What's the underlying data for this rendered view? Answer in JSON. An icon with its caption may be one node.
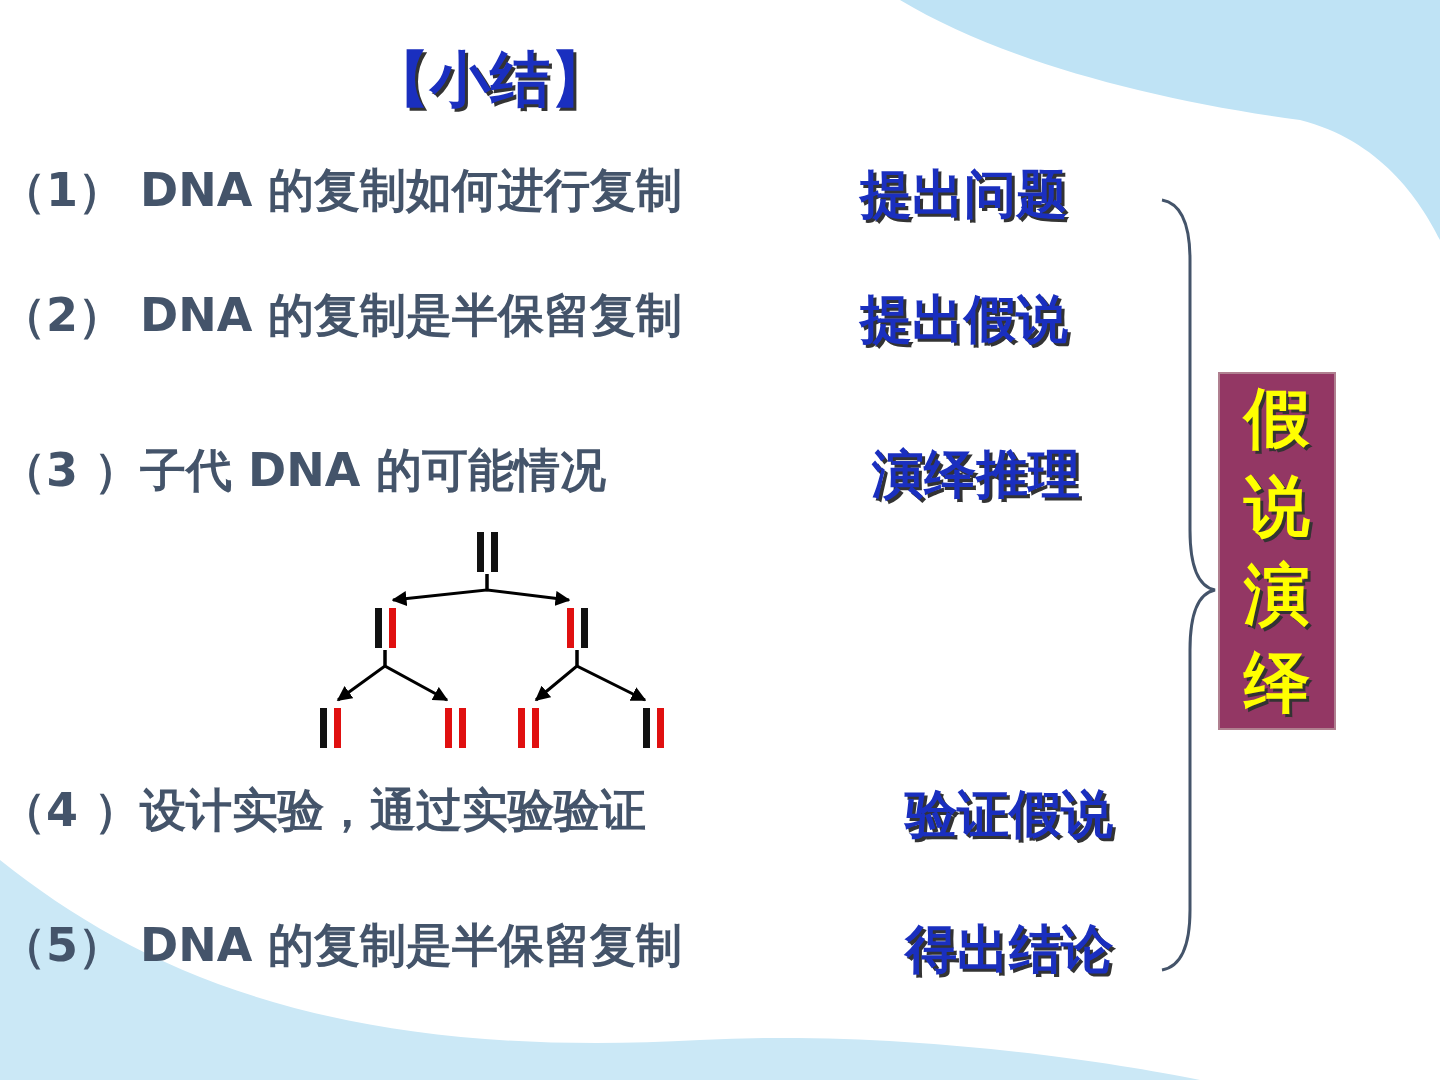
{
  "diagram": {
    "title": "【小结】",
    "nodes": [
      {
        "text": [
          "假说演绎"
        ]
      },
      {
        "text": [],
        "shape": "bar"
      },
      {
        "text": [],
        "shape": "bar"
      },
      {
        "text": [],
        "shape": "bar"
      },
      {
        "text": [],
        "shape": "bar"
      },
      {
        "text": [],
        "shape": "bar"
      },
      {
        "text": [],
        "shape": "bar"
      },
      {
        "text": [],
        "shape": "bar"
      }
    ],
    "edges": [
      {
        "from": 1,
        "to": 2,
        "arrow": "to"
      },
      {
        "from": 1,
        "to": 3,
        "arrow": "to"
      },
      {
        "from": 2,
        "to": 4,
        "arrow": "to"
      },
      {
        "from": 2,
        "to": 5,
        "arrow": "to"
      },
      {
        "from": 3,
        "to": 6,
        "arrow": "to"
      },
      {
        "from": 3,
        "to": 7,
        "arrow": "to"
      }
    ],
    "labels": [
      "（1） DNA 的复制如何进行复制",
      "提出问题",
      "（2） DNA 的复制是半保留复制",
      "提出假说",
      "（3 ）子代 DNA 的可能情况",
      "演绎推理",
      "（4 ）设计实验，通过实验验证",
      "验证假说",
      "（5） DNA 的复制是半保留复制",
      "得出结论"
    ]
  }
}
